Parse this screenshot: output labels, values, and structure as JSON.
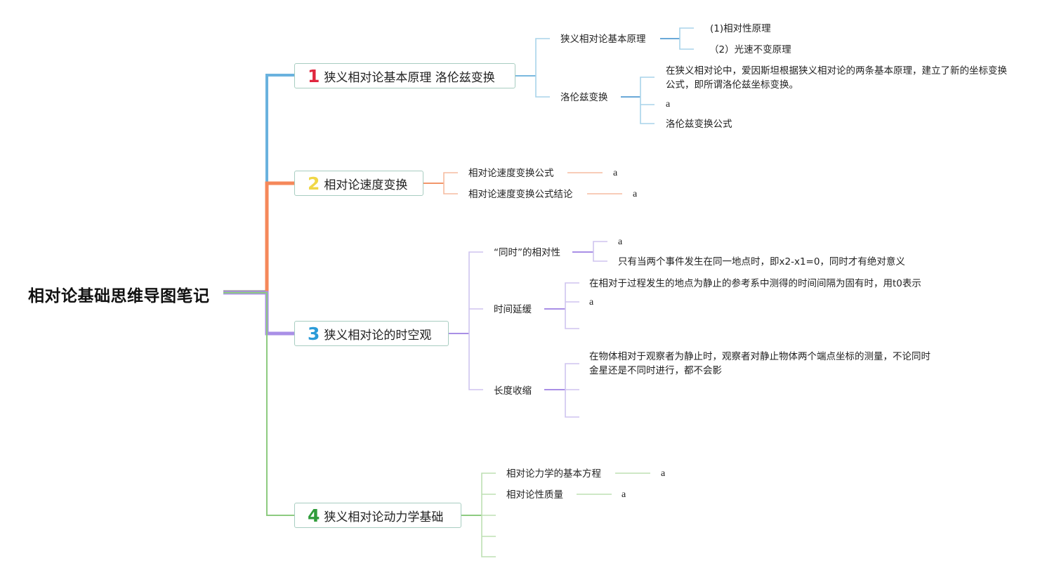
{
  "central_topic": "相对论基础思维导图笔记",
  "colors": {
    "branch_1": "#6ab2de",
    "branch_2": "#f5885a",
    "branch_3": "#a98fe6",
    "branch_4": "#8dcb80",
    "node_border": "#a8cdc1"
  },
  "branches": [
    {
      "number": "1",
      "number_color": "#e0273f",
      "title": "狭义相对论基本原理 洛伦兹变换",
      "children": [
        {
          "label": "狭义相对论基本原理",
          "children": [
            {
              "label": "(1)相对性原理"
            },
            {
              "label": "（2）光速不变原理"
            }
          ]
        },
        {
          "label": "洛伦兹变换",
          "children": [
            {
              "label": "在狭义相对论中，爱因斯坦根据狭义相对论的两条基本原理，建立了新的坐标变换公式，即所谓洛伦兹坐标变换。"
            },
            {
              "label": "a"
            },
            {
              "label": "洛伦兹变换公式"
            }
          ]
        }
      ]
    },
    {
      "number": "2",
      "number_color": "#f0d747",
      "title": "相对论速度变换",
      "children": [
        {
          "label": "相对论速度变换公式",
          "children": [
            {
              "label": "a"
            }
          ]
        },
        {
          "label": "相对论速度变换公式结论",
          "children": [
            {
              "label": "a"
            }
          ]
        }
      ]
    },
    {
      "number": "3",
      "number_color": "#2b9bd8",
      "title": "狭义相对论的时空观",
      "children": [
        {
          "label": "“同时”的相对性",
          "children": [
            {
              "label": "a"
            },
            {
              "label": "只有当两个事件发生在同一地点时，即x2-x1=0，同时才有绝对意义"
            }
          ]
        },
        {
          "label": "时间延缓",
          "children": [
            {
              "label": "在相对于过程发生的地点为静止的参考系中测得的时间间隔为固有时，用t0表示"
            },
            {
              "label": "a"
            },
            {
              "label": ""
            }
          ]
        },
        {
          "label": "长度收缩",
          "children": [
            {
              "label": "在物体相对于观察者为静止时，观察者对静止物体两个端点坐标的测量，不论同时金星还是不同时进行，都不会影"
            },
            {
              "label": ""
            },
            {
              "label": ""
            }
          ]
        }
      ]
    },
    {
      "number": "4",
      "number_color": "#2f9c3b",
      "title": "狭义相对论动力学基础",
      "children": [
        {
          "label": "相对论力学的基本方程",
          "children": [
            {
              "label": "a"
            }
          ]
        },
        {
          "label": "相对论性质量",
          "children": [
            {
              "label": "a"
            }
          ]
        },
        {
          "label": ""
        },
        {
          "label": ""
        },
        {
          "label": ""
        }
      ]
    }
  ]
}
